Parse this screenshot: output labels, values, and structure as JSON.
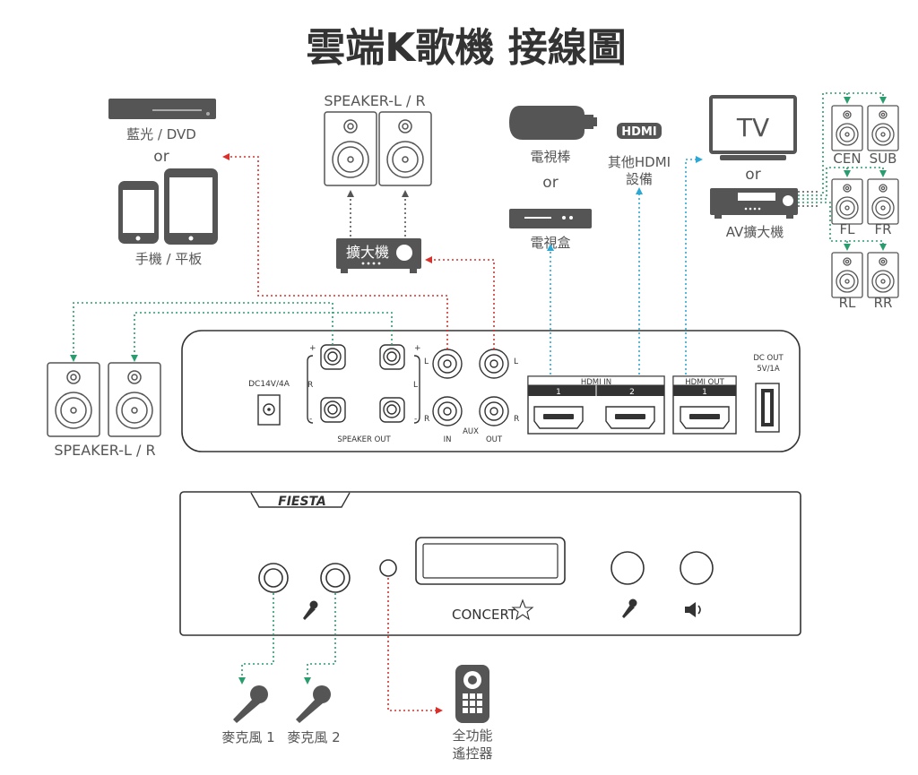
{
  "title": "雲端K歌機 接線圖",
  "colors": {
    "red": "#d9302b",
    "green": "#2a9d6e",
    "cyan": "#2aa8d6",
    "device": "#555555",
    "outline": "#333333"
  },
  "devices": {
    "bluray_label": "藍光 / DVD",
    "or_1": "or",
    "phone_label": "手機 / 平板",
    "speaker_top_label": "SPEAKER-L / R",
    "amp_label": "擴大機",
    "stick_label": "電視棒",
    "or_2": "or",
    "box_label": "電視盒",
    "hdmi_badge": "HDMI",
    "hdmi_other_label_1": "其他HDMI",
    "hdmi_other_label_2": "設備",
    "tv_label": "TV",
    "or_3": "or",
    "av_amp_label": "AV擴大機",
    "surround": {
      "cen": "CEN",
      "sub": "SUB",
      "fl": "FL",
      "fr": "FR",
      "rl": "RL",
      "rr": "RR"
    },
    "speaker_left_label": "SPEAKER-L / R",
    "mic1_label": "麥克風 1",
    "mic2_label": "麥克風 2",
    "remote_label_1": "全功能",
    "remote_label_2": "遙控器"
  },
  "back_panel": {
    "dc_label": "DC14V/4A",
    "speaker_out": "SPEAKER  OUT",
    "plus": "+",
    "minus": "-",
    "r": "R",
    "l": "L",
    "aux_in": "IN",
    "aux": "AUX",
    "aux_out": "OUT",
    "hdmi_in": "HDMI IN",
    "hdmi_in_1": "1",
    "hdmi_in_2": "2",
    "hdmi_out": "HDMI OUT",
    "hdmi_out_1": "1",
    "dc_out_1": "DC OUT",
    "dc_out_2": "5V/1A"
  },
  "front_panel": {
    "brand": "FIESTA",
    "concert": "CONCERT"
  },
  "icons": [
    "microphone-icon",
    "speaker-volume-icon",
    "star-icon"
  ]
}
